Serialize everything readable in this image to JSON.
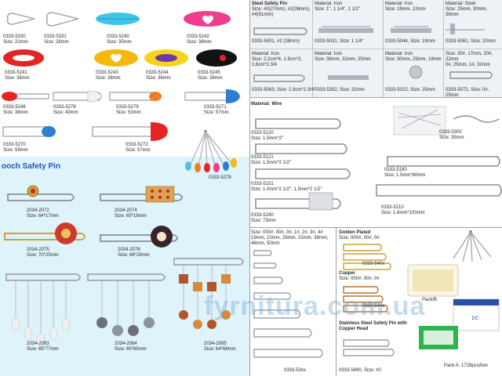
{
  "left_top": {
    "codes": {
      "c5330": "0333-5330",
      "c5331": "0333-5331",
      "c5240": "0333-5240",
      "c5242": "0333-5242",
      "c5241": "0333-5241",
      "c5243": "0333-5243",
      "c5244": "0333-5244",
      "c5245": "0333-5245",
      "c5248": "0333-5248",
      "c5278": "0333-5278",
      "c5279": "0333-5279",
      "c5271": "0333-5271",
      "c5270": "0333-5270",
      "c5272": "0333-5272",
      "c5278b": "0333-5278"
    },
    "sizes": {
      "c5330": "Size: 22mm",
      "c5331": "Size: 28mm",
      "c5240": "Size: 35mm",
      "c5242": "Size: 38mm",
      "c5241": "Size: 38mm",
      "c5243": "Size: 38mm",
      "c5244": "Size: 38mm",
      "c5245": "Size: 38mm",
      "c5248": "Size: 38mm",
      "c5278": "Size: 40mm",
      "c5279": "Size: 53mm",
      "c5271": "Size: 57mm",
      "c5270": "Size: 59mm",
      "c5272": "Size: 57mm"
    }
  },
  "left_bottom": {
    "title": "ooch Safety Pin",
    "codes": {
      "c2072": "2034-2072",
      "c2074": "2034-2074",
      "c2075": "2034-2075",
      "c2076": "2034-2076",
      "c2083": "2034-2083",
      "c2084": "2034-2084",
      "c2085": "2034-2085"
    },
    "sizes": {
      "c2072": "Size: 64*17mm",
      "c2074": "Size: 65*18mm",
      "c2075": "Size: 70*25mm",
      "c2076": "Size: 68*28mm",
      "c2083": "Size: 65*77mm",
      "c2084": "Size: 65*65mm",
      "c2085": "Size: 64*68mm"
    }
  },
  "right_top": {
    "col1": {
      "title": "Steel Safety Pin",
      "size": "Size: #0(27mm), #2(38mm), #4(51mm)",
      "code": "0333-5001, #2 (38mm)"
    },
    "col2": {
      "material": "Material: Iron",
      "size": "Size: 1\", 1 1/4\", 1 1/2\"",
      "code": "0333-5031, Size: 1 1/4\""
    },
    "col3": {
      "material": "Material: Iron",
      "size": "Size: 19mm, 22mm",
      "code": "0333-5044, Size: 19mm"
    },
    "col4": {
      "material": "Material: Steel",
      "size": "Size: 25mm, 30mm, 38mm",
      "code": "0333-5061, Size: 20mm"
    },
    "row2": {
      "col1": {
        "material": "Material: Iron",
        "size": "Size: 2.2cm*4, 1.9cm*3, 1.6cm*2.3/4",
        "code": "0333-5063, Size: 1.9cm*2.3/4\""
      },
      "col2": {
        "material": "Material: Iron",
        "size": "Size: 38mm, 32mm, 25mm",
        "code": "0333-5352, Size: 32mm"
      },
      "col3": {
        "material": "Material: Iron",
        "size": "Size: 30mm, 25mm, 19mm",
        "code": "0333-5022, Size: 25mm"
      },
      "col4": {
        "size": "Size: 30#, 17mm, 20#, 22mm",
        "size2": "0#, 25mm, 1#, 32mm",
        "code": "0333-5072, Size: 0#, 25mm"
      }
    }
  },
  "right_mid": {
    "material": "Material: Wire",
    "items": {
      "c5120": {
        "code": "0333-5120",
        "size": "Size: 1.5mm*2\""
      },
      "c5121": {
        "code": "0333-5121",
        "size": "Size: 1.5mm*2 1/2\""
      },
      "c5151": {
        "code": "0333-5151",
        "size": "Size: 1.0mm*2 1/2\", 1.5mm*2 1/2\""
      },
      "c5190": {
        "code": "0333-5190",
        "size": "Size: 73mm"
      },
      "c5300": {
        "code": "0333-5300",
        "size": "Size: 35mm"
      },
      "c5180": {
        "code": "0333-5180",
        "size": "Size: 1.5mm*80mm"
      },
      "c5210": {
        "code": "0333-5210",
        "size": "Size: 1.8mm*100mm"
      }
    }
  },
  "right_bottom_left": {
    "size": "Size: 000#, 00#, 0#, 1#, 2#, 3#, 4#",
    "size2": "19mm, 22mm, 28mm, 32mm, 38mm, 46mm, 50mm",
    "code": "0333-53xx"
  },
  "right_bottom_right": {
    "golden_title": "Golden Plated",
    "golden_size": "Size: 000#, 00#, 0#",
    "golden_code": "0333-540x",
    "copper_title": "Copper",
    "copper_size": "Size: 000#, 00#, 0#",
    "copper_code": "0333-544x",
    "stainless_title": "Stainless Steel Safety Pin with Copper Head",
    "stainless_code": "0333-5490, Size: #0",
    "pack_label": "Pack/B",
    "pack_bottom": "Pack A: 1728pcs/box"
  },
  "watermark": "fyrnitura.com.ua"
}
